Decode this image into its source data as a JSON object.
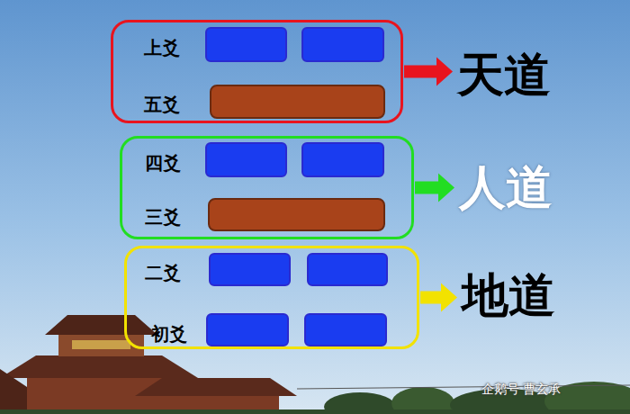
{
  "diagram": {
    "nodes": [
      {
        "text": [
          "上爻",
          "五爻"
        ]
      },
      {
        "text": [
          "天道"
        ]
      },
      {
        "text": [
          "四爻",
          "三爻"
        ]
      },
      {
        "text": [
          "人道"
        ]
      },
      {
        "text": [
          "二爻",
          "初爻"
        ]
      },
      {
        "text": [
          "地道"
        ]
      }
    ],
    "edges": [
      {
        "from": 0,
        "to": 1,
        "arrow": "to"
      },
      {
        "from": 2,
        "to": 3,
        "arrow": "to"
      },
      {
        "from": 4,
        "to": 5,
        "arrow": "to"
      }
    ],
    "labels": [
      "企鹅号 曹玄承"
    ]
  }
}
